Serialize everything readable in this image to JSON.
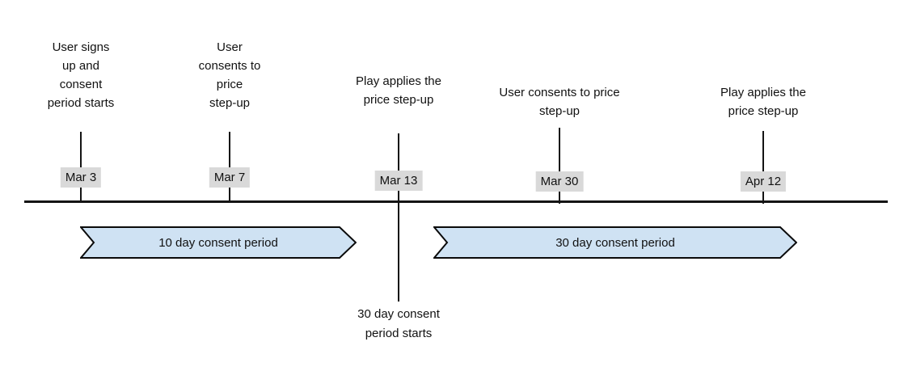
{
  "diagram": {
    "type": "timeline",
    "events": [
      {
        "date": "Mar 3",
        "label": "User signs\nup and\nconsent\nperiod starts"
      },
      {
        "date": "Mar 7",
        "label": "User\nconsents to\nprice\nstep-up"
      },
      {
        "date": "Mar 13",
        "label": "Play applies the\nprice step-up"
      },
      {
        "date": "Mar 30",
        "label": "User consents to price\nstep-up"
      },
      {
        "date": "Apr 12",
        "label": "Play applies the\nprice step-up"
      }
    ],
    "periods": [
      {
        "label": "10 day consent period"
      },
      {
        "label": "30 day consent period"
      }
    ],
    "annotation": "30 day consent\nperiod starts",
    "colors": {
      "period_fill": "#cfe2f3",
      "period_border": "#0a0a0a",
      "date_badge_bg": "#d9d9d9",
      "line": "#141414",
      "text": "#111111",
      "background": "#ffffff"
    }
  }
}
